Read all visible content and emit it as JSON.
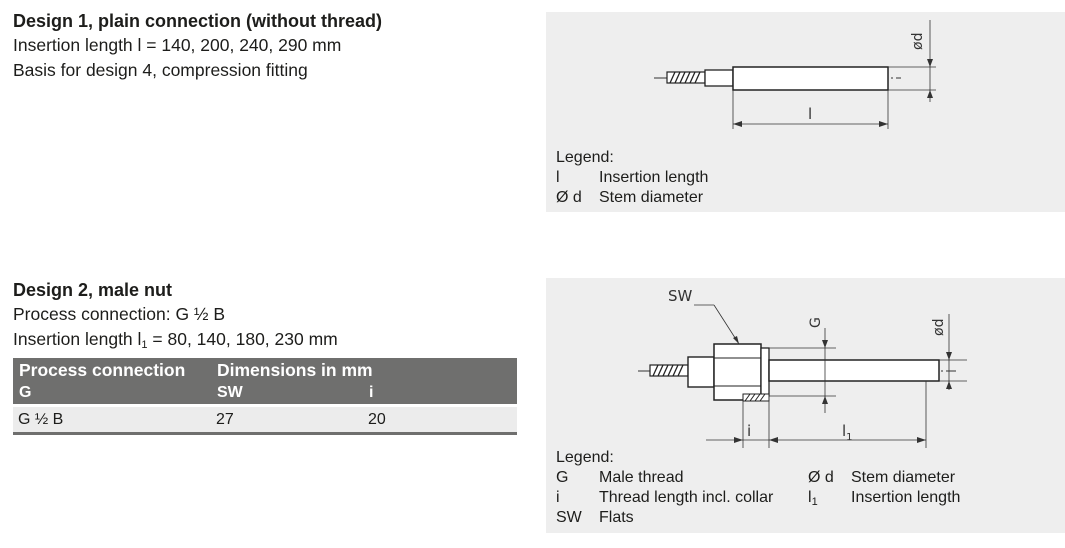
{
  "design1": {
    "title": "Design 1, plain connection (without thread)",
    "line1": "Insertion length l = 140, 200, 240, 290 mm",
    "line2": "Basis for design 4, compression fitting",
    "drawing_labels": {
      "diameter": "ød",
      "length": "l"
    },
    "legend_title": "Legend:",
    "legend": [
      {
        "key": "l",
        "value": "Insertion length"
      },
      {
        "key": "Ø d",
        "value": "Stem diameter"
      }
    ]
  },
  "design2": {
    "title": "Design 2, male nut",
    "line1": "Process connection: G ½ B",
    "line2_prefix": "Insertion length l",
    "line2_sub": "1",
    "line2_suffix": " = 80, 140, 180, 230 mm",
    "table": {
      "header_top": [
        "Process connection",
        "Dimensions in mm"
      ],
      "header_bottom": [
        "G",
        "SW",
        "i"
      ],
      "rows": [
        [
          "G ½ B",
          "27",
          "20"
        ]
      ]
    },
    "drawing_labels": {
      "sw": "SW",
      "g": "G",
      "diameter": "ød",
      "i": "i",
      "l1": "l",
      "l1_sub": "1"
    },
    "legend_title": "Legend:",
    "legend_left": [
      {
        "key": "G",
        "value": "Male thread"
      },
      {
        "key": "i",
        "value": "Thread length incl. collar"
      },
      {
        "key": "SW",
        "value": "Flats"
      }
    ],
    "legend_right": [
      {
        "key": "Ø d",
        "value": "Stem diameter"
      },
      {
        "key_main": "l",
        "key_sub": "1",
        "value": "Insertion length"
      }
    ]
  }
}
